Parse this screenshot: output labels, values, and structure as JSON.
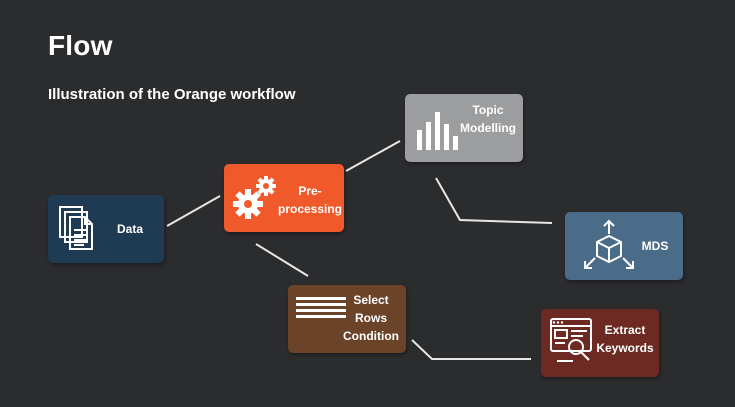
{
  "header": {
    "title": "Flow",
    "subtitle": "Illustration of the Orange workflow"
  },
  "nodes": {
    "data": {
      "label": "Data",
      "icon": "documents-icon",
      "color": "#1f3b53"
    },
    "preprocessing": {
      "label": "Pre-\nprocessing",
      "icon": "gears-icon",
      "color": "#f0592a"
    },
    "topic": {
      "label": "Topic\nModelling",
      "icon": "bar-chart-icon",
      "color": "#9c9d9e"
    },
    "mds": {
      "label": "MDS",
      "icon": "cube-arrows-icon",
      "color": "#4a6c88"
    },
    "select": {
      "label": "Select\nRows\nCondition",
      "icon": "rows-icon",
      "color": "#6a4328"
    },
    "extract": {
      "label": "Extract\nKeywords",
      "icon": "browser-search-icon",
      "color": "#6d2a22"
    }
  },
  "connections": [
    {
      "from": "Data",
      "to": "Pre-processing"
    },
    {
      "from": "Pre-processing",
      "to": "Topic Modelling"
    },
    {
      "from": "Pre-processing",
      "to": "Select Rows Condition"
    },
    {
      "from": "Topic Modelling",
      "to": "MDS"
    },
    {
      "from": "Select Rows Condition",
      "to": "Extract Keywords"
    }
  ]
}
